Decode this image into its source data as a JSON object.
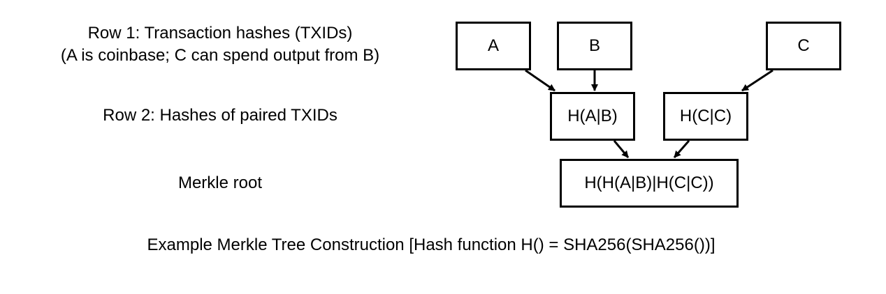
{
  "labels": {
    "row1_line1": "Row 1: Transaction hashes (TXIDs)",
    "row1_line2": "(A is coinbase; C can spend output from B)",
    "row2": "Row 2: Hashes of paired TXIDs",
    "root": "Merkle root"
  },
  "nodes": {
    "a": "A",
    "b": "B",
    "c": "C",
    "hab": "H(A|B)",
    "hcc": "H(C|C)",
    "root": "H(H(A|B)|H(C|C))"
  },
  "caption": "Example Merkle Tree Construction  [Hash function H() = SHA256(SHA256())]",
  "colors": {
    "stroke": "#000000",
    "background": "#ffffff"
  }
}
